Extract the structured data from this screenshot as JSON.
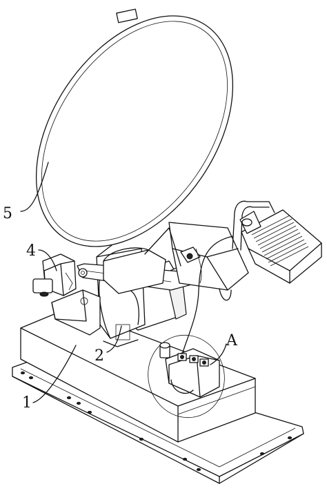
{
  "labels": {
    "reflector": "5",
    "side_mount": "4",
    "support_bracket": "2",
    "base_box": "1",
    "detail_circle": "A"
  }
}
